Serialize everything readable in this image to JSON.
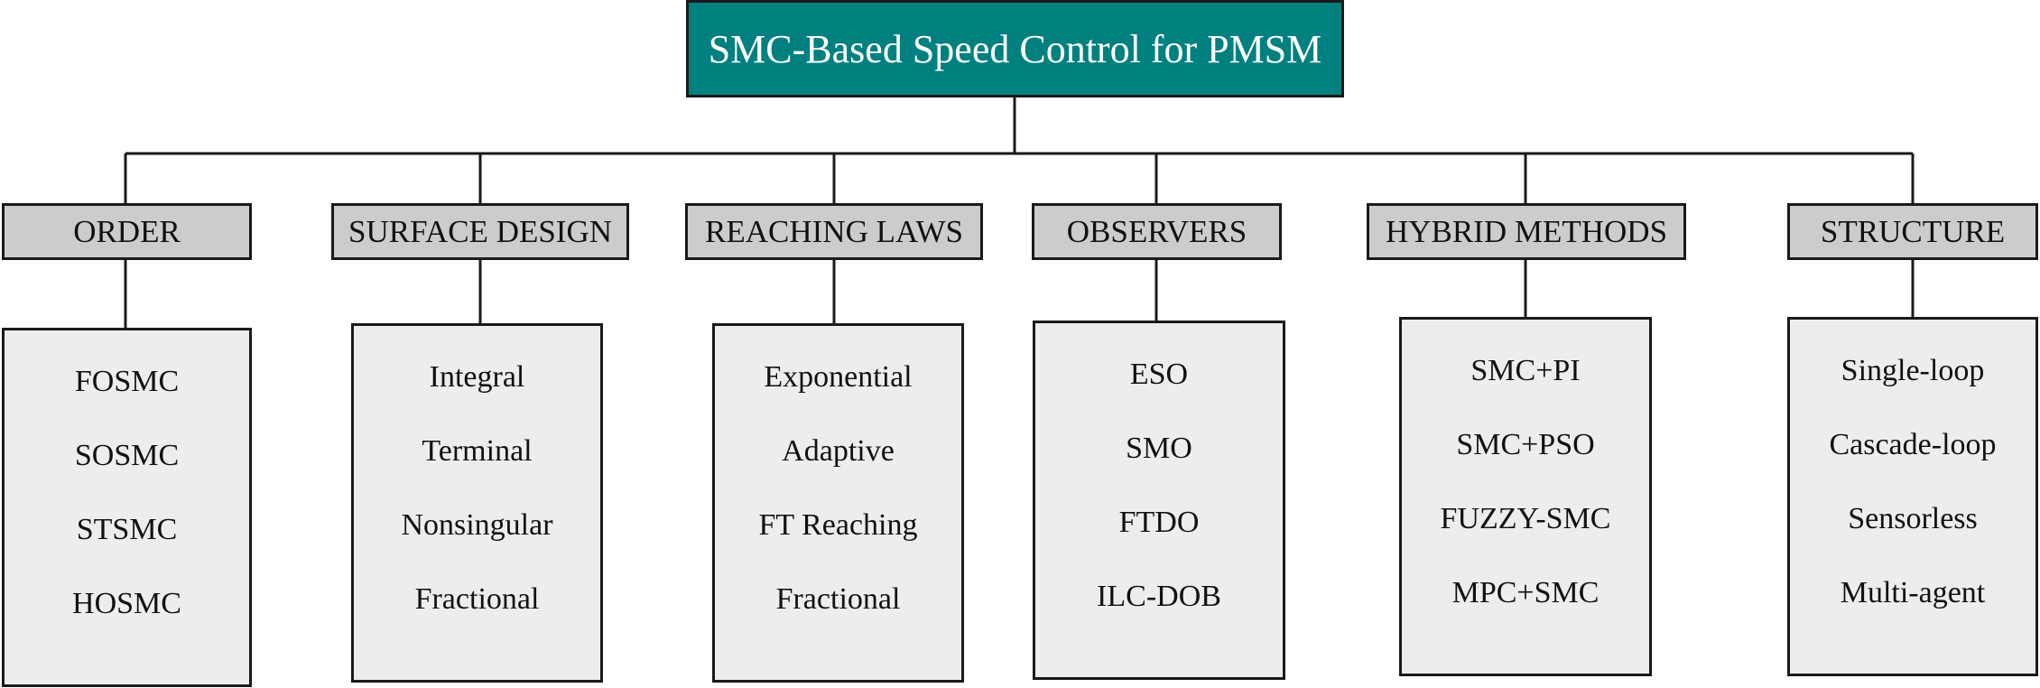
{
  "root": {
    "title": "SMC-Based Speed Control for PMSM"
  },
  "colors": {
    "root_fill": "#00807f",
    "root_text": "#ffffff",
    "category_fill": "#cccccc",
    "leaf_fill": "#ededed",
    "line": "#1a1a1a"
  },
  "categories": [
    {
      "label": "ORDER",
      "items": [
        "FOSMC",
        "SOSMC",
        "STSMC",
        "HOSMC"
      ]
    },
    {
      "label": "SURFACE DESIGN",
      "items": [
        "Integral",
        "Terminal",
        "Nonsingular",
        "Fractional"
      ]
    },
    {
      "label": "REACHING LAWS",
      "items": [
        "Exponential",
        "Adaptive",
        "FT Reaching",
        "Fractional"
      ]
    },
    {
      "label": "OBSERVERS",
      "items": [
        "ESO",
        "SMO",
        "FTDO",
        "ILC-DOB"
      ]
    },
    {
      "label": "HYBRID METHODS",
      "items": [
        "SMC+PI",
        "SMC+PSO",
        "FUZZY-SMC",
        "MPC+SMC"
      ]
    },
    {
      "label": "STRUCTURE",
      "items": [
        "Single-loop",
        "Cascade-loop",
        "Sensorless",
        "Multi-agent"
      ]
    }
  ]
}
